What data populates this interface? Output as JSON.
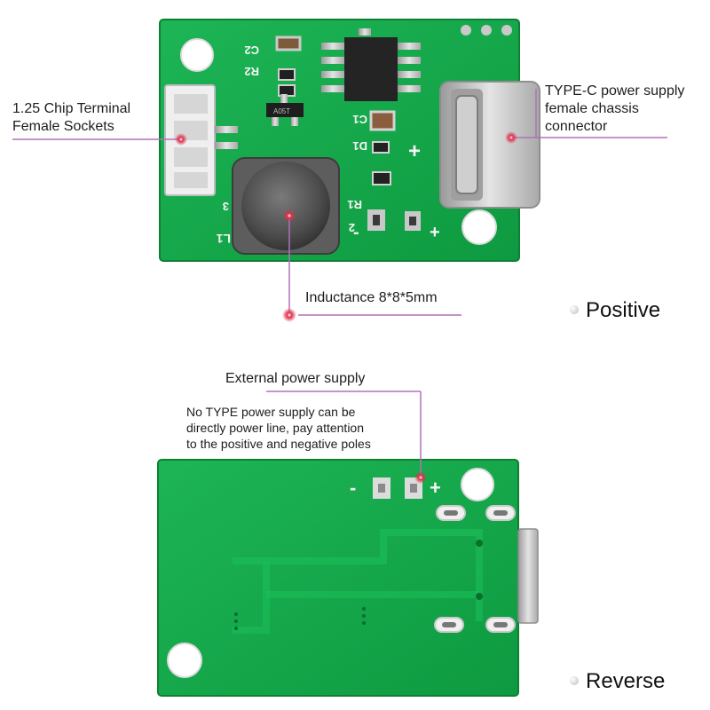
{
  "colors": {
    "pcb_green": "#14a84a",
    "pcb_edge": "#0f7f36",
    "silkscreen": "#f4f4f4",
    "callout_line": "#b071b8",
    "callout_dot": "#e0304a"
  },
  "front": {
    "side_label": "Positive",
    "callouts": {
      "connector_socket": [
        "1.25 Chip Terminal",
        "Female Sockets"
      ],
      "typec": [
        "TYPE-C power supply",
        "female chassis",
        "connector"
      ],
      "inductor": "Inductance 8*8*5mm"
    },
    "silkscreen": {
      "C2": "C2",
      "R2": "R2",
      "R1": "R1",
      "C1": "C1",
      "D1": "D1",
      "L1": "L1",
      "pin3": "3",
      "pin2": "2",
      "plus_right": "+",
      "plus_bottom": "+",
      "minus_bottom": "-",
      "mosfet_marking": "A05T"
    }
  },
  "back": {
    "side_label": "Reverse",
    "callout_title": "External power supply",
    "callout_note": [
      "No TYPE power supply can be",
      "directly power line, pay attention",
      "to the positive and negative poles"
    ],
    "silkscreen": {
      "minus": "-",
      "plus": "+"
    }
  }
}
